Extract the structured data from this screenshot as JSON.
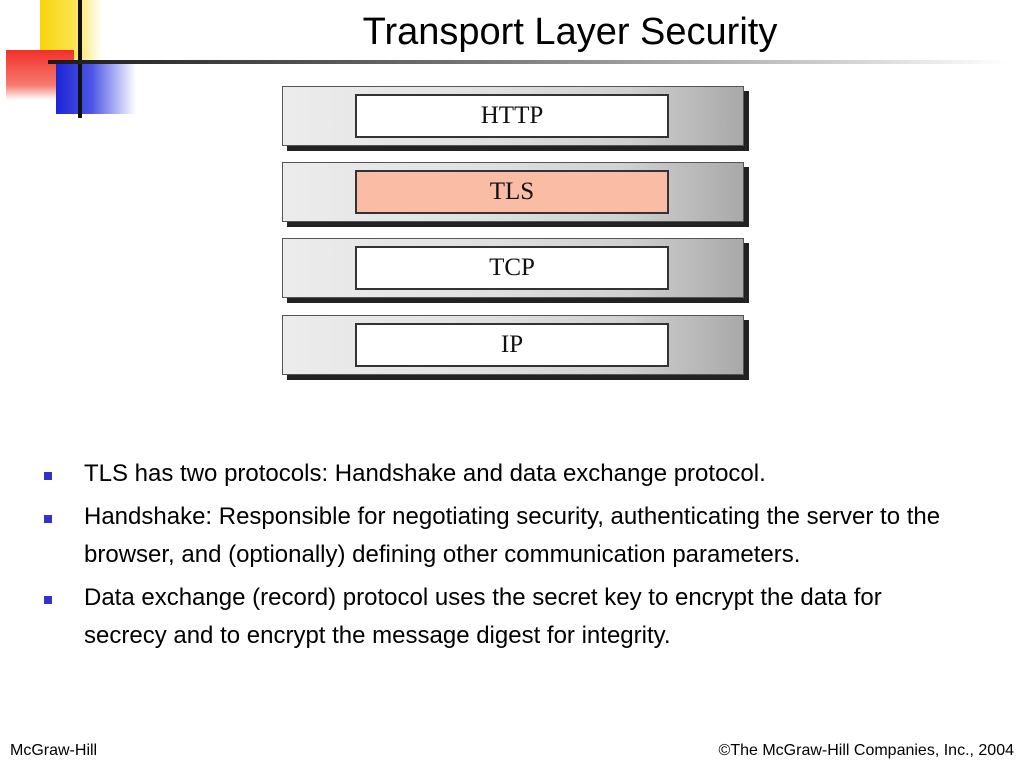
{
  "slide": {
    "title": "Transport Layer Security"
  },
  "diagram": {
    "layers": [
      {
        "label": "HTTP",
        "highlighted": false
      },
      {
        "label": "TLS",
        "highlighted": true
      },
      {
        "label": "TCP",
        "highlighted": false
      },
      {
        "label": "IP",
        "highlighted": false
      }
    ],
    "highlight_color": "#fbbca6"
  },
  "bullets": [
    {
      "text": "TLS has two protocols: Handshake and data exchange protocol."
    },
    {
      "text": "Handshake: Responsible for negotiating security, authenticating the server to the browser, and (optionally) defining other communication parameters."
    },
    {
      "text": "Data exchange (record) protocol uses the secret key to encrypt the data for secrecy and to encrypt the message digest for integrity."
    }
  ],
  "bullet_color": "#3333cc",
  "footer": {
    "left": "McGraw-Hill",
    "right": "©The McGraw-Hill Companies, Inc., 2004"
  }
}
